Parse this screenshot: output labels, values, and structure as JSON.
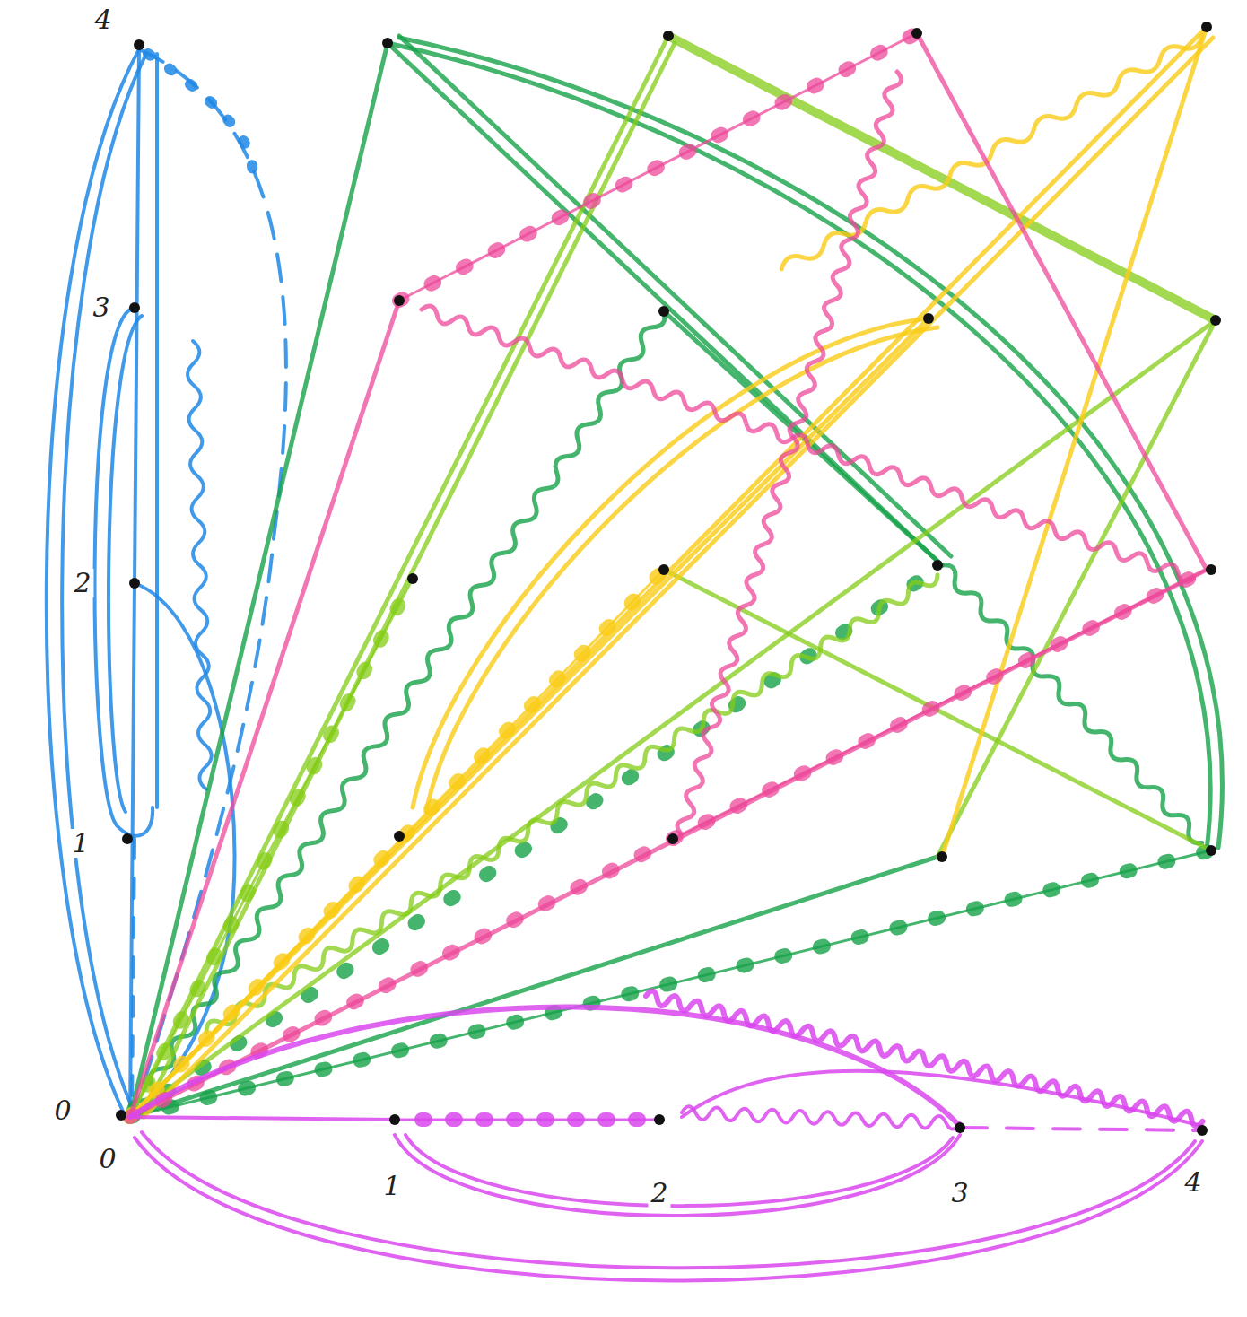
{
  "diagram": {
    "labels": [
      "4",
      "3",
      "2",
      "1",
      "0",
      "0",
      "1",
      "2",
      "3",
      "4"
    ]
  }
}
